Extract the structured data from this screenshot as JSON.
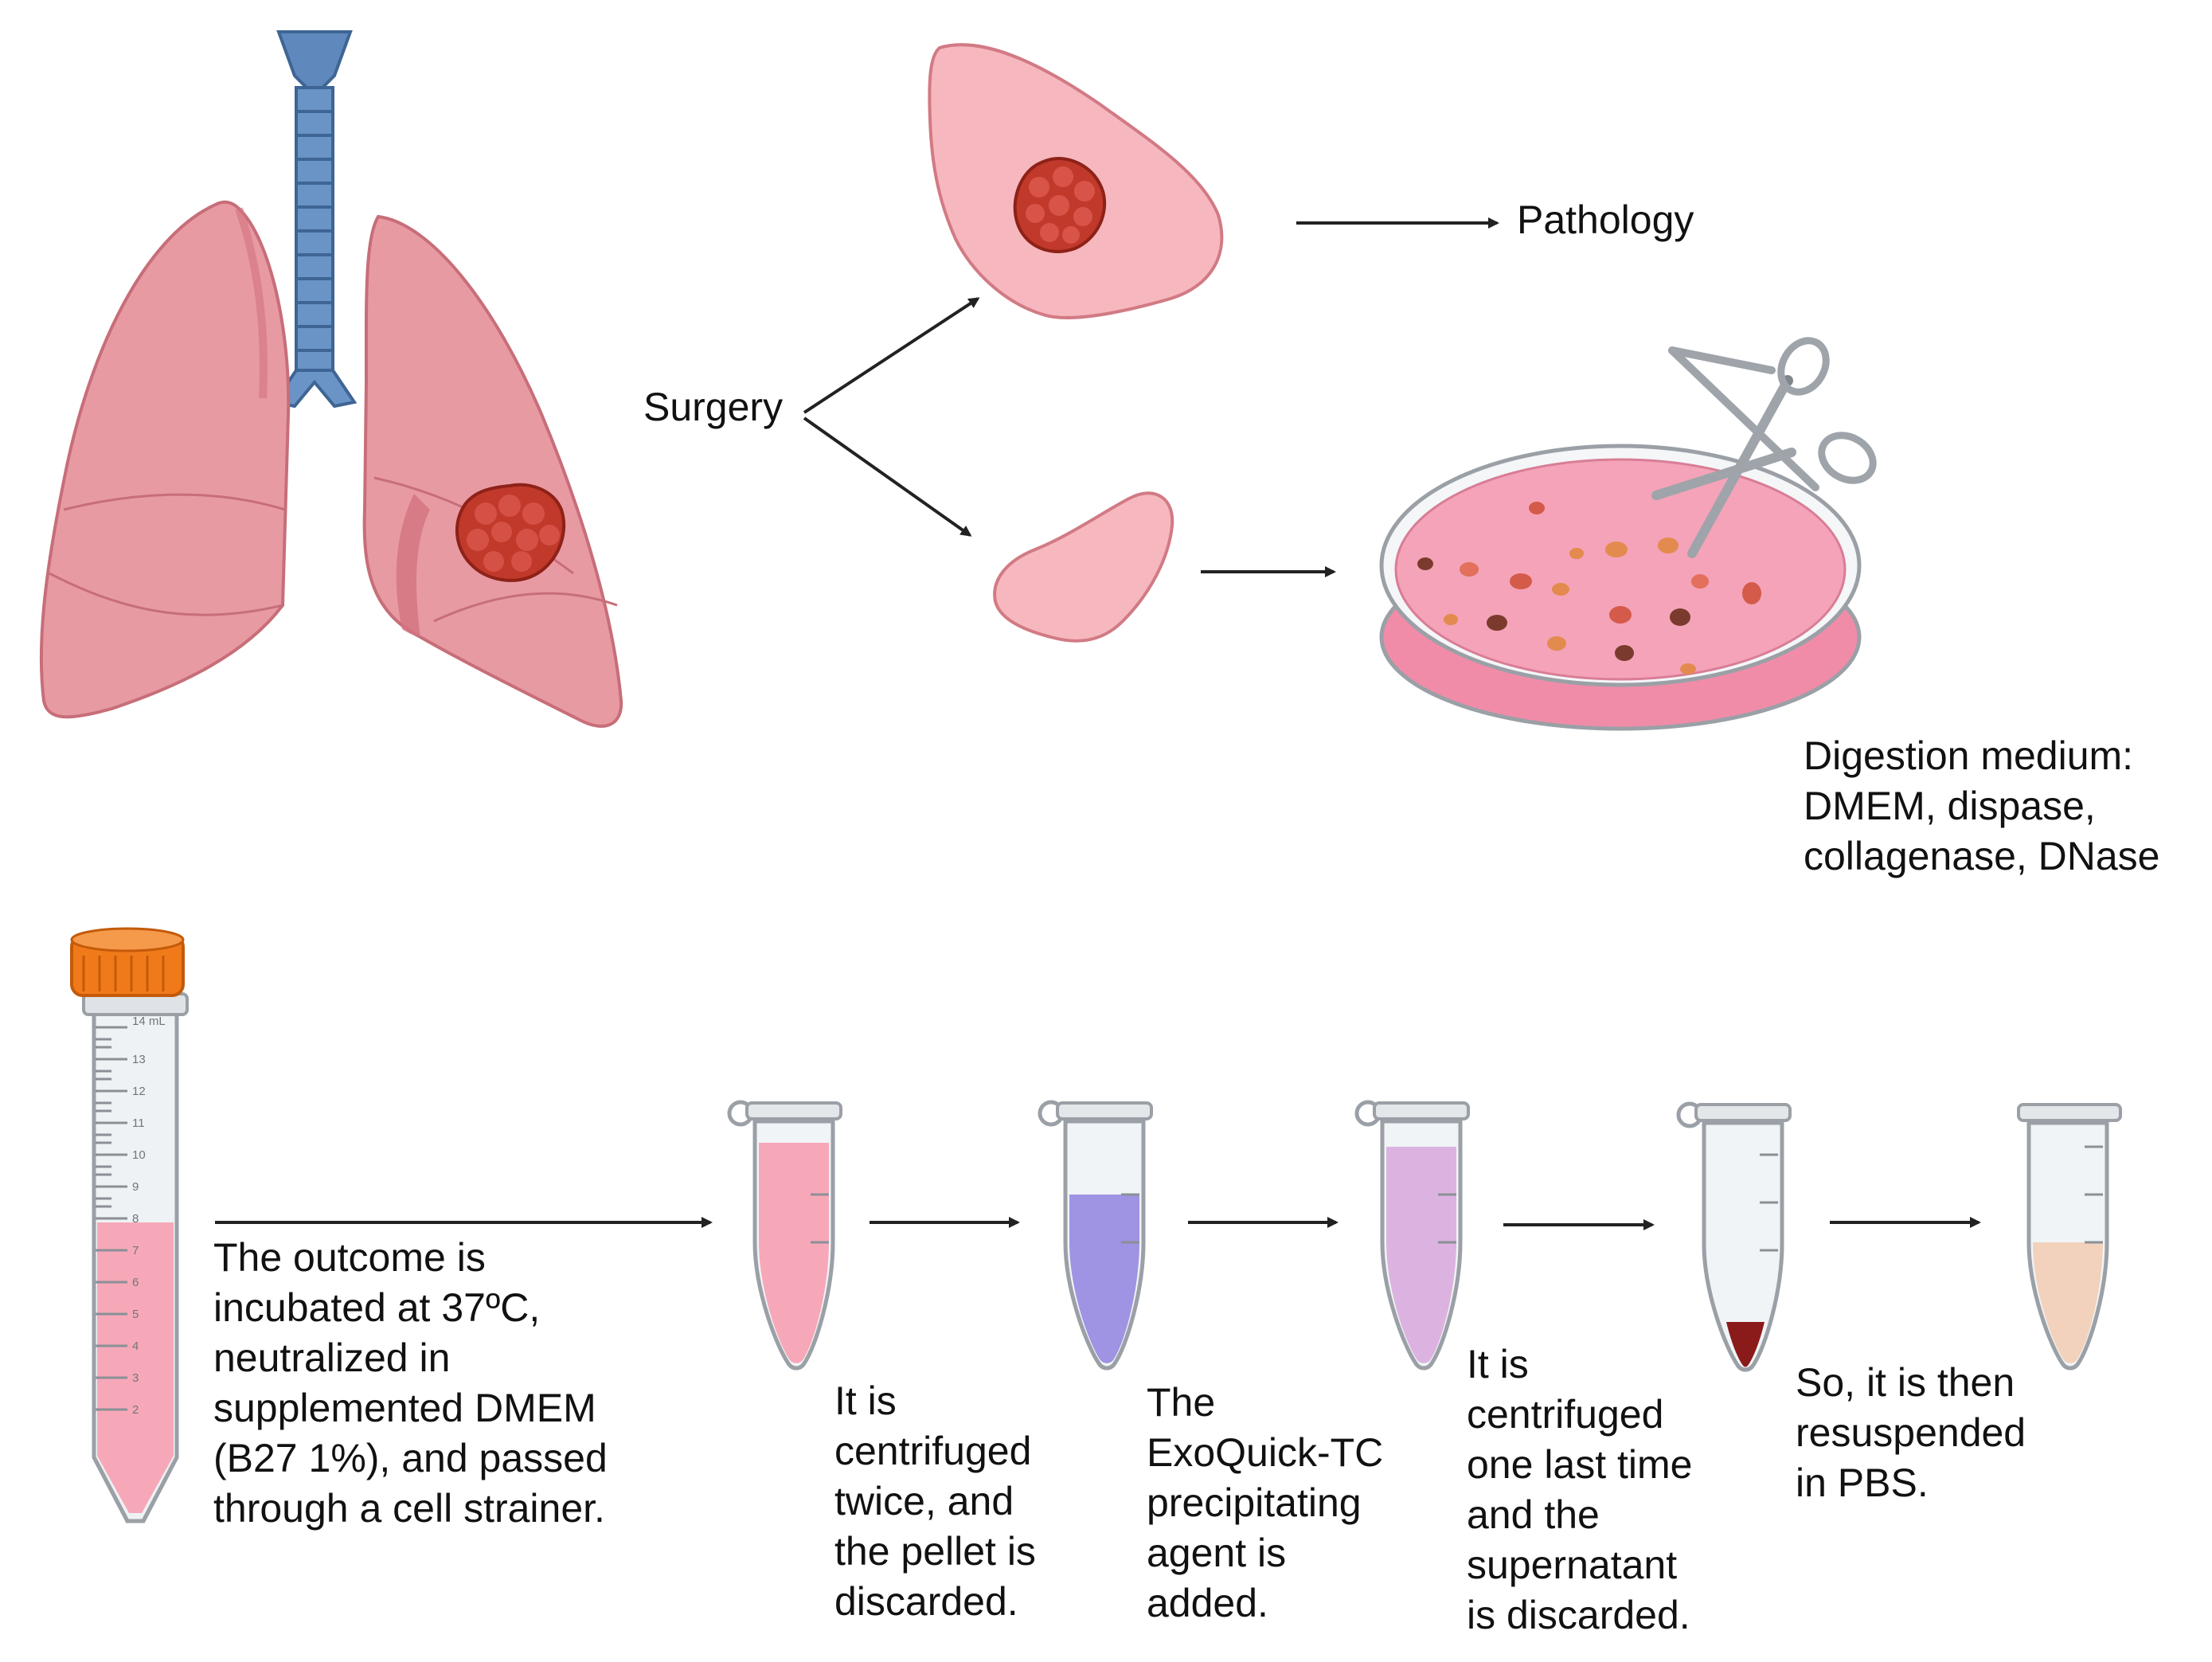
{
  "labels": {
    "surgery": "Surgery",
    "pathology": "Pathology",
    "digestion": "Digestion medium:\nDMEM, dispase,\ncollagenase, DNase"
  },
  "steps": [
    {
      "text": "The outcome is\nincubated at 37ºC,\nneutralized in\nsupplemented DMEM\n(B27 1%), and passed\nthrough a cell strainer."
    },
    {
      "text": "It is\ncentrifuged\ntwice, and\nthe pellet is\ndiscarded."
    },
    {
      "text": "The\nExoQuick-TC\nprecipitating\nagent is\nadded."
    },
    {
      "text": "It is\ncentrifuged\none last time\nand the\nsupernatant\nis discarded."
    },
    {
      "text": "So, it is then\nresuspended\nin PBS."
    }
  ],
  "tube": {
    "scale_label": "14 mL",
    "ticks": [
      "13",
      "12",
      "11",
      "10",
      "9",
      "8",
      "7",
      "6",
      "5",
      "4",
      "3",
      "2"
    ]
  },
  "colors": {
    "lung": "#e89aa3",
    "lung_dark": "#d2737f",
    "trachea": "#5f88bd",
    "tumor": "#c0392b",
    "tissue": "#f6b8be",
    "dish_medium": "#f08ca8",
    "cap": "#f07a1a",
    "pink_fluid": "#f7a8b8",
    "purple_fluid": "#9f93e4",
    "lavender_fluid": "#dcb3e0",
    "pellet": "#8b1a1a",
    "pbs_fluid": "#f2d2bd"
  },
  "icons": [
    "lungs-icon",
    "tissue-icon",
    "petri-dish-icon",
    "scissors-icon",
    "conical-tube-icon",
    "microtube-icon"
  ]
}
